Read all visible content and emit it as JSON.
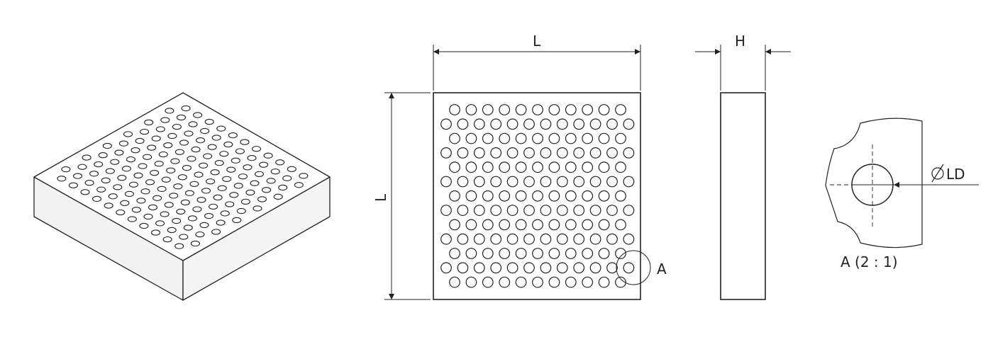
{
  "dimensions": {
    "length_label": "L",
    "height_label": "H",
    "hole_diameter_label": "LD",
    "diameter_symbol": "⌀"
  },
  "detail": {
    "callout_label": "A",
    "title": "A (2 : 1)"
  },
  "hole_pattern": {
    "rows": 13,
    "long_row_count": 12,
    "short_row_count": 11
  },
  "colors": {
    "line": "#222222",
    "face_top": "#ffffff",
    "face_side": "#f2f2f2"
  }
}
